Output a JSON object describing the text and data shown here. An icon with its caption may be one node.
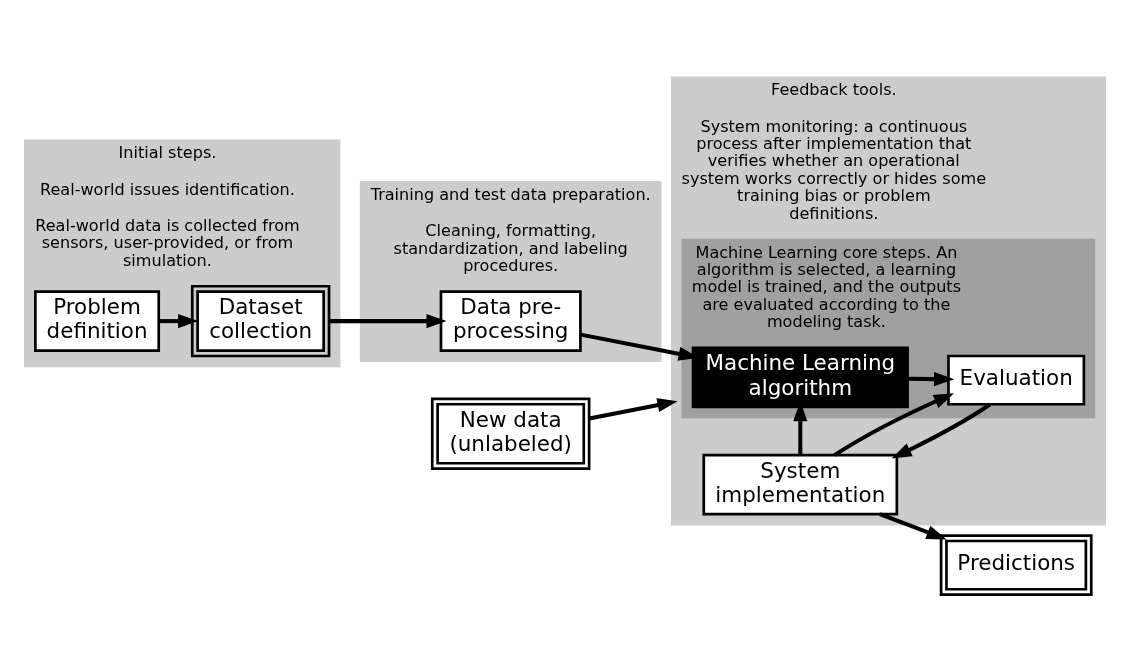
{
  "diagram": {
    "nodes": [
      {
        "text": [
          "Initial steps.",
          "Real-world issues identification.",
          "Real-world data is collected from sensors, user-provided, or from simulation."
        ]
      },
      {
        "text": [
          "Problem definition"
        ],
        "in": 0
      },
      {
        "text": [
          "Dataset collection"
        ],
        "in": 0
      },
      {
        "text": [
          "Training and test data preparation.",
          "Cleaning, formatting, standardization, and labeling procedures."
        ]
      },
      {
        "text": [
          "Data pre-processing"
        ],
        "in": 3
      },
      {
        "text": [
          "New data (unlabeled)"
        ]
      },
      {
        "text": [
          "Feedback tools.",
          "System monitoring: a continuous process after implementation that verifies whether an operational system works correctly or hides some training bias or problem definitions."
        ]
      },
      {
        "text": [
          "Machine Learning core steps. An algorithm is selected, a learning model is trained, and the outputs are evaluated according to the modeling task."
        ],
        "in": 6
      },
      {
        "text": [
          "Machine Learning algorithm"
        ],
        "in": 7
      },
      {
        "text": [
          "Evaluation"
        ],
        "in": 7
      },
      {
        "text": [
          "System implementation"
        ],
        "in": 6
      },
      {
        "text": [
          "Predictions"
        ]
      }
    ],
    "edges": [
      {
        "from": 1,
        "to": 2,
        "arrow": "to"
      },
      {
        "from": 2,
        "to": 4,
        "arrow": "to"
      },
      {
        "from": 4,
        "to": 8,
        "arrow": "to"
      },
      {
        "from": 5,
        "to": 6,
        "arrow": "to"
      },
      {
        "from": 8,
        "to": 9,
        "arrow": "to"
      },
      {
        "from": 9,
        "to": 10,
        "arrow": "to"
      },
      {
        "from": 10,
        "to": 8,
        "arrow": "to"
      },
      {
        "from": 10,
        "to": 9,
        "arrow": "to"
      },
      {
        "from": 10,
        "to": 11,
        "arrow": "to"
      }
    ]
  }
}
